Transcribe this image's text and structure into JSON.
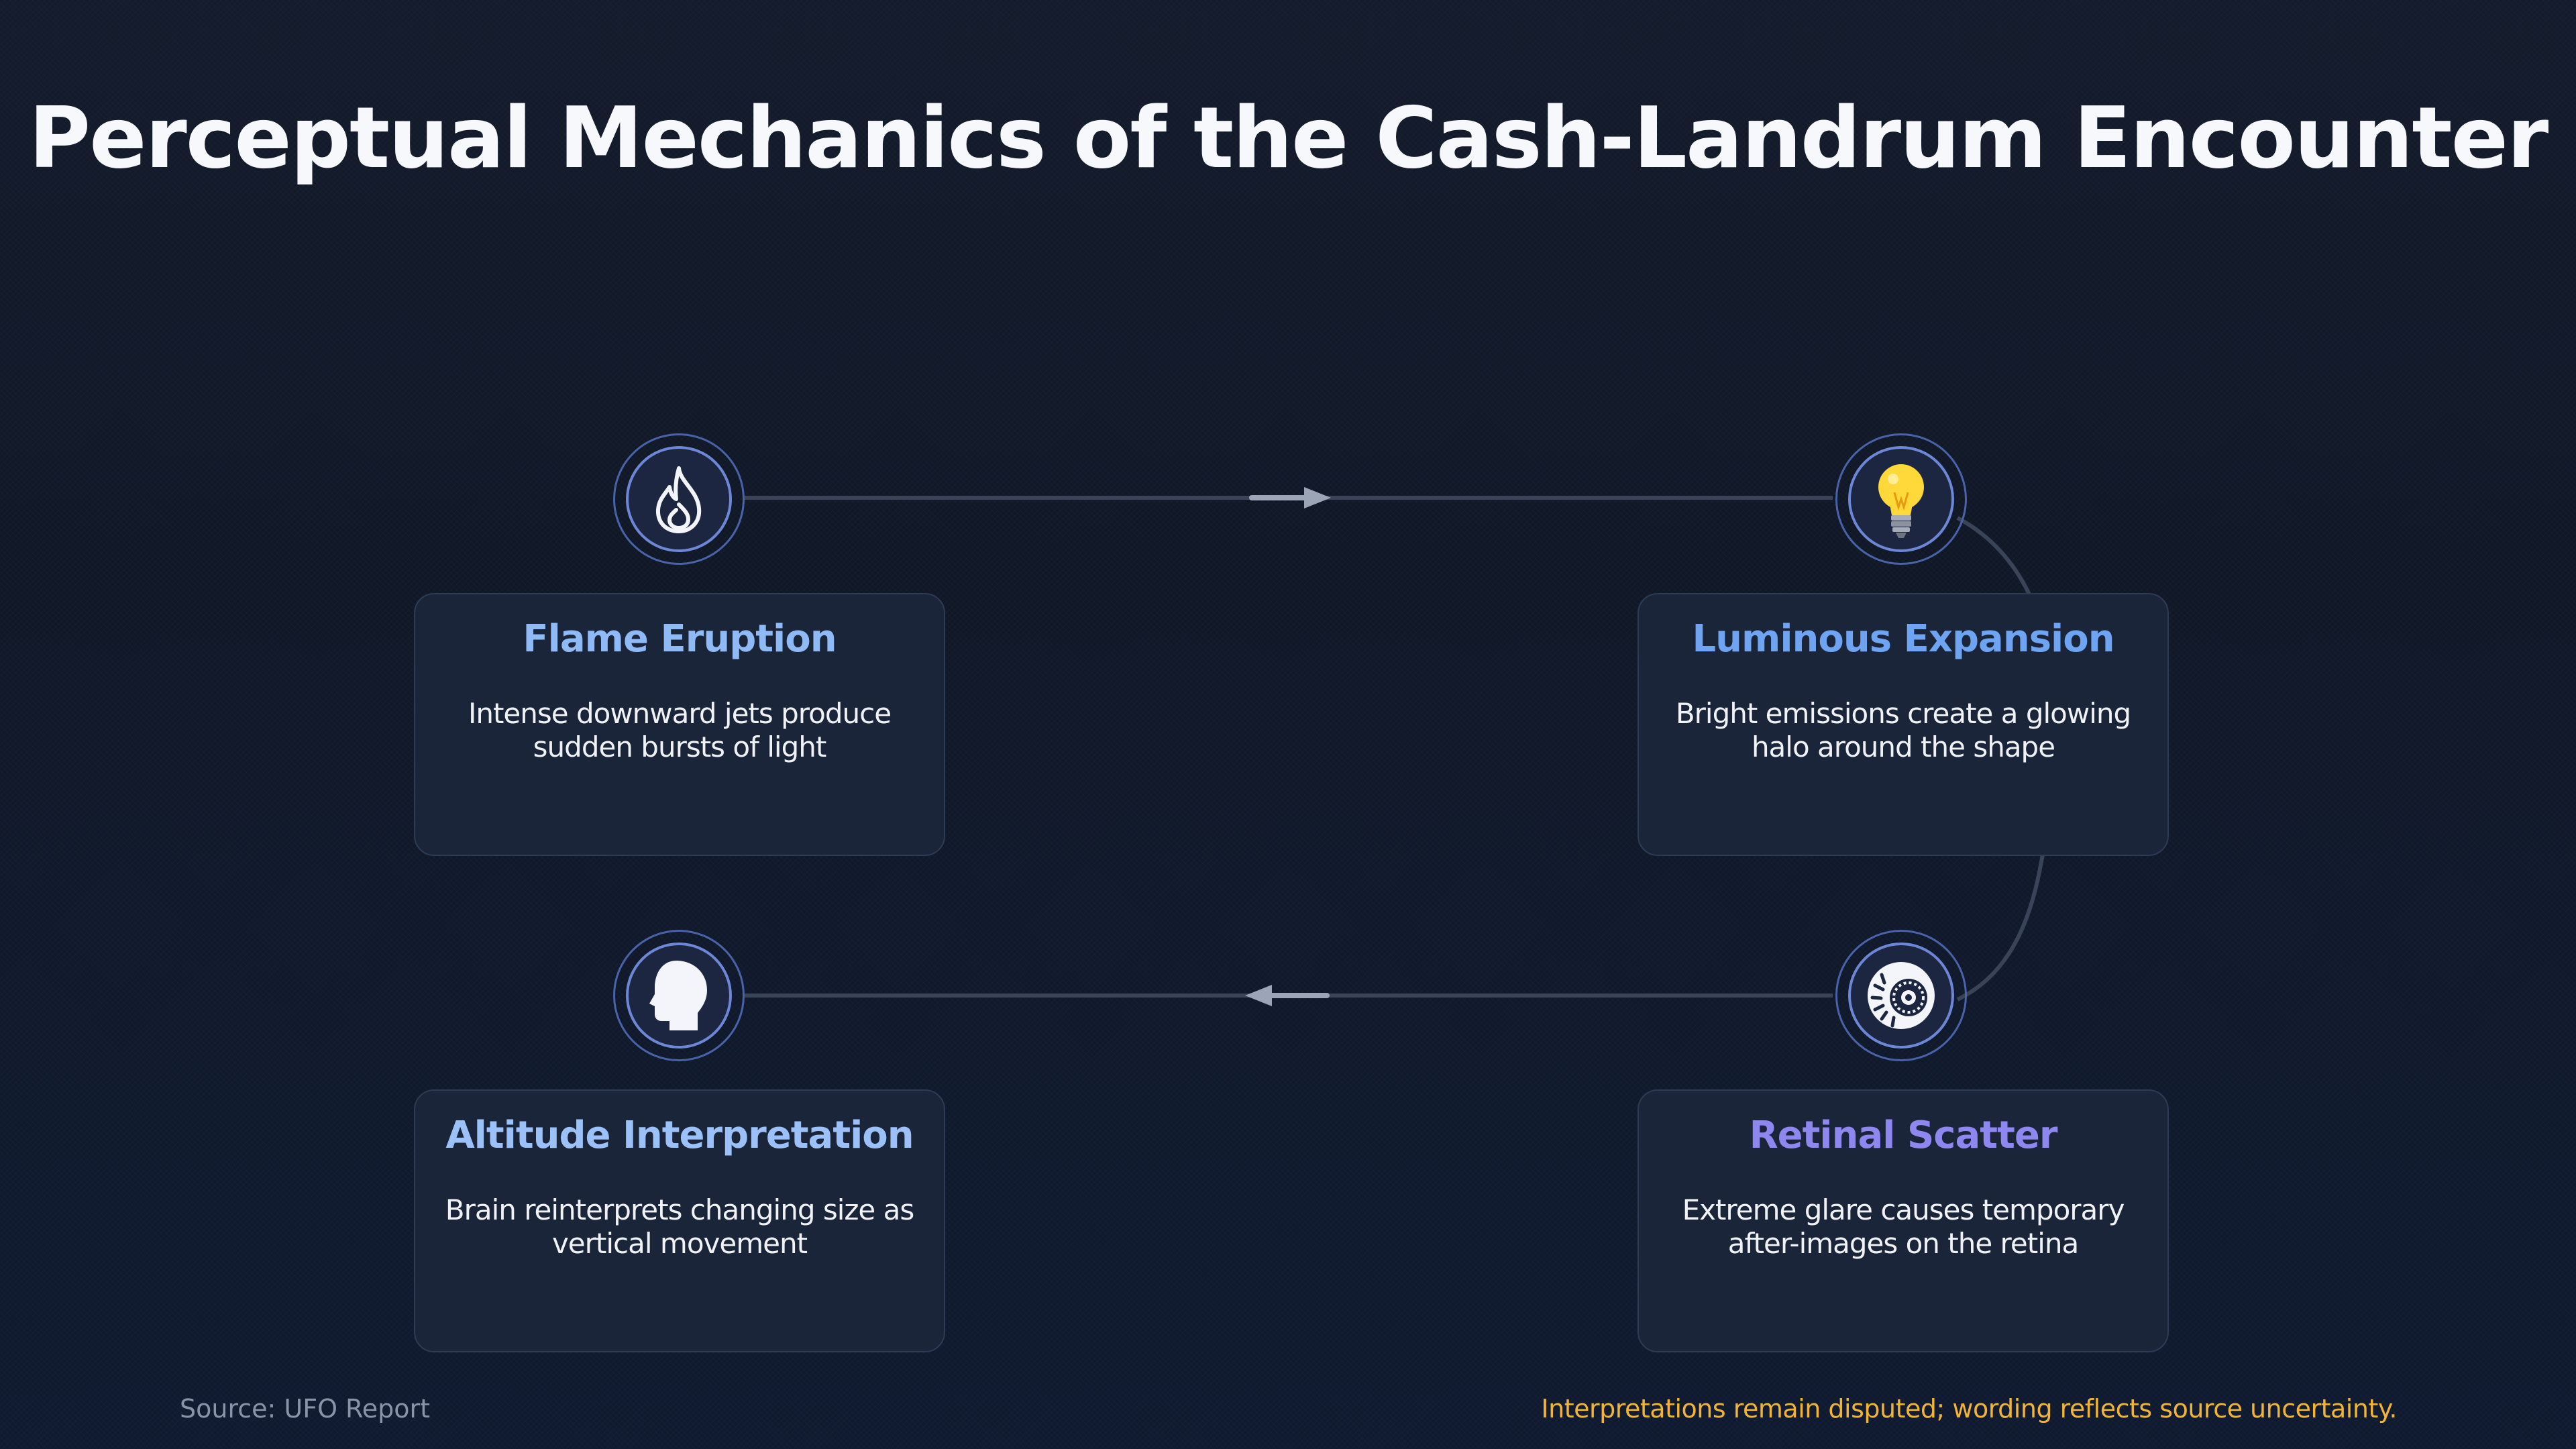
{
  "title": "Perceptual Mechanics of the Cash-Landrum Encounter",
  "steps": [
    {
      "title": "Flame Eruption",
      "description": "Intense downward jets produce sudden bursts of light",
      "icon": "fire-icon",
      "title_color": "#8fbaf6"
    },
    {
      "title": "Luminous Expansion",
      "description": "Bright emissions create a glowing halo around the shape",
      "icon": "light-bulb-icon",
      "title_color": "#6fa4f3"
    },
    {
      "title": "Retinal Scatter",
      "description": "Extreme glare causes temporary after-images on the retina",
      "icon": "eye-icon",
      "title_color": "#8e87f0"
    },
    {
      "title": "Altitude Interpretation",
      "description": "Brain reinterprets changing size as vertical movement",
      "icon": "head-icon",
      "title_color": "#9cc0f8"
    }
  ],
  "footer": {
    "source": "Source: UFO Report",
    "note": "Interpretations remain disputed; wording reflects source uncertainty."
  },
  "colors": {
    "background": "#111a2c",
    "card": "#1b2539",
    "connector": "#3a4458",
    "arrow": "#9ba5b6",
    "note": "#f2b435"
  }
}
